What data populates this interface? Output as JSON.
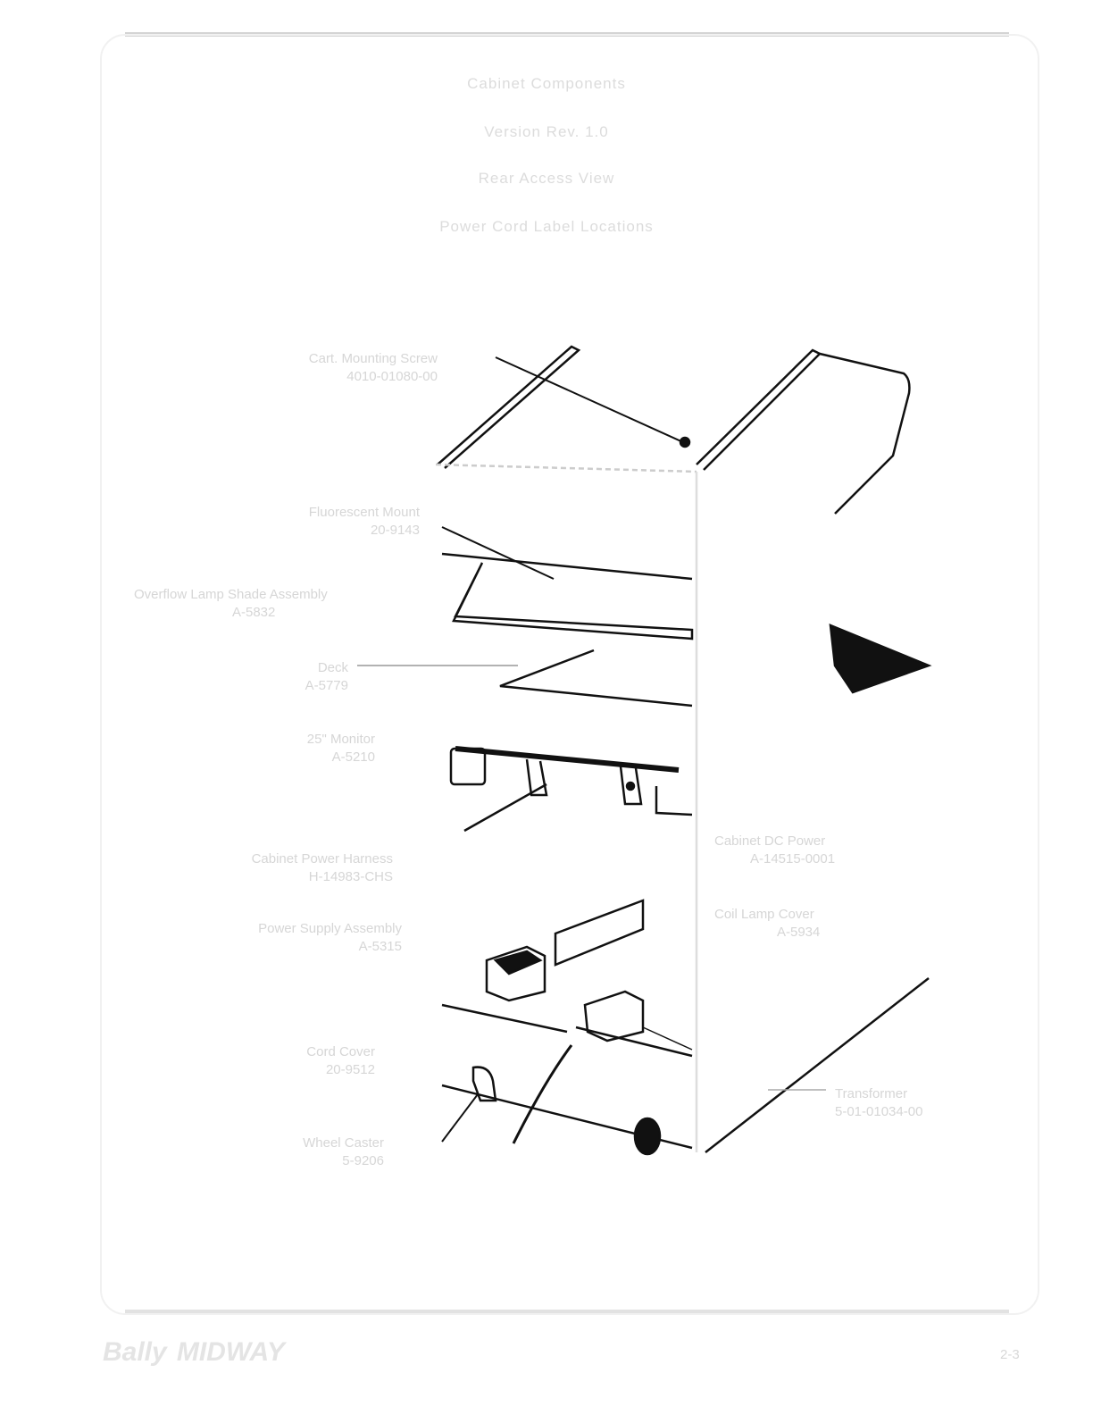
{
  "header": {
    "lines": [
      "Cabinet Components",
      "Version Rev. 1.0",
      "Rear Access View",
      "Power Cord Label Locations"
    ]
  },
  "labels": {
    "left": [
      {
        "name": "Cart. Mounting Screw",
        "part": "4010-01080-00"
      },
      {
        "name": "Fluorescent Mount",
        "part": "20-9143"
      },
      {
        "name": "Overflow Lamp Shade Assembly",
        "part": "A-5832"
      },
      {
        "name": "Deck",
        "part": "A-5779"
      },
      {
        "name": "25\" Monitor",
        "part": "A-5210"
      },
      {
        "name": "Cabinet Power Harness",
        "part": "H-14983-CHS"
      },
      {
        "name": "Power Supply Assembly",
        "part": "A-5315"
      },
      {
        "name": "Cord Cover",
        "part": "20-9512"
      },
      {
        "name": "Wheel Caster",
        "part": "5-9206"
      }
    ],
    "right": [
      {
        "name": "Cabinet DC Power",
        "part": "A-14515-0001"
      },
      {
        "name": "Coil Lamp Cover",
        "part": "A-5934"
      },
      {
        "name": "Transformer",
        "part": "5-01-01034-00"
      }
    ]
  },
  "footer": {
    "logo": "Bally",
    "logo_sub": "MIDWAY",
    "page": "2-3"
  }
}
